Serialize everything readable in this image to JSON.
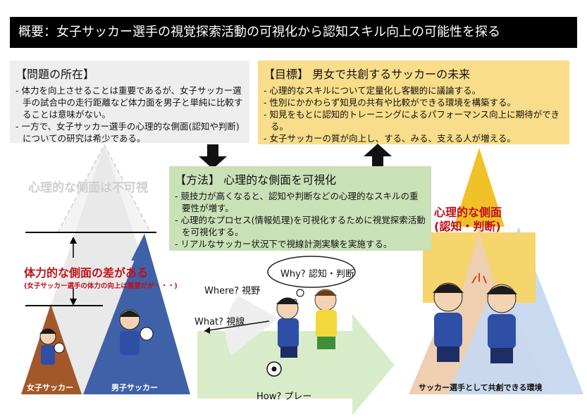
{
  "header": {
    "title": "概要：女子サッカー選手の視覚探索活動の可視化から認知スキル向上の可能性を探る"
  },
  "problem": {
    "title": "【問題の所在】",
    "items": [
      "- 体力を向上させることは重要であるが、女子サッカー選手の試合中の走行距離など体力面を男子と単純に比較することは意味がない。",
      "- 一方で、女子サッカー選手の心理的な側面(認知や判断)についての研究は希少である。"
    ]
  },
  "goal": {
    "title": "【目標】 男女で共創するサッカーの未来",
    "items": [
      "- 心理的なスキルについて定量化し客観的に議論する。",
      "- 性別にかかわらず知見の共有や比較ができる環境を構築する。",
      "- 知見をもとに認知的トレーニングによるパフォーマンス向上に期待ができる。",
      "- 女子サッカーの質が向上し、する、みる、支える人が増える。"
    ]
  },
  "method": {
    "title": "【方法】 心理的な側面を可視化",
    "items": [
      "- 競技力が高くなると、認知や判断などの心理的なスキルの重要性が増す。",
      "- 心理的なプロセス(情報処理)を可視化するために視覚探索活動を可視化する。",
      "- リアルなサッカー状況下で視線計測実験を実施する。"
    ]
  },
  "left_diagram": {
    "invisible_label": "心理的な側面は不可視",
    "gap_label": "体力的な側面の差がある",
    "gap_note": "(女子サッカー選手の体力の向上は重要だが・・・)",
    "women_label": "女子サッカー",
    "men_label": "男子サッカー"
  },
  "center_diagram": {
    "why_label": "Why? 認知・判断",
    "where_label": "Where? 視野",
    "what_label": "What? 視線",
    "how_label": "How? プレー"
  },
  "right_diagram": {
    "psych_label_1": "心理的な側面",
    "psych_label_2": "(認知・判断)",
    "caption": "サッカー選手として共創できる環境"
  },
  "colors": {
    "women": "#a3582a",
    "men": "#3f61a8",
    "gold": "#f0c227",
    "green_arrow": "#d9ecc9",
    "red_text": "#c0101a"
  }
}
